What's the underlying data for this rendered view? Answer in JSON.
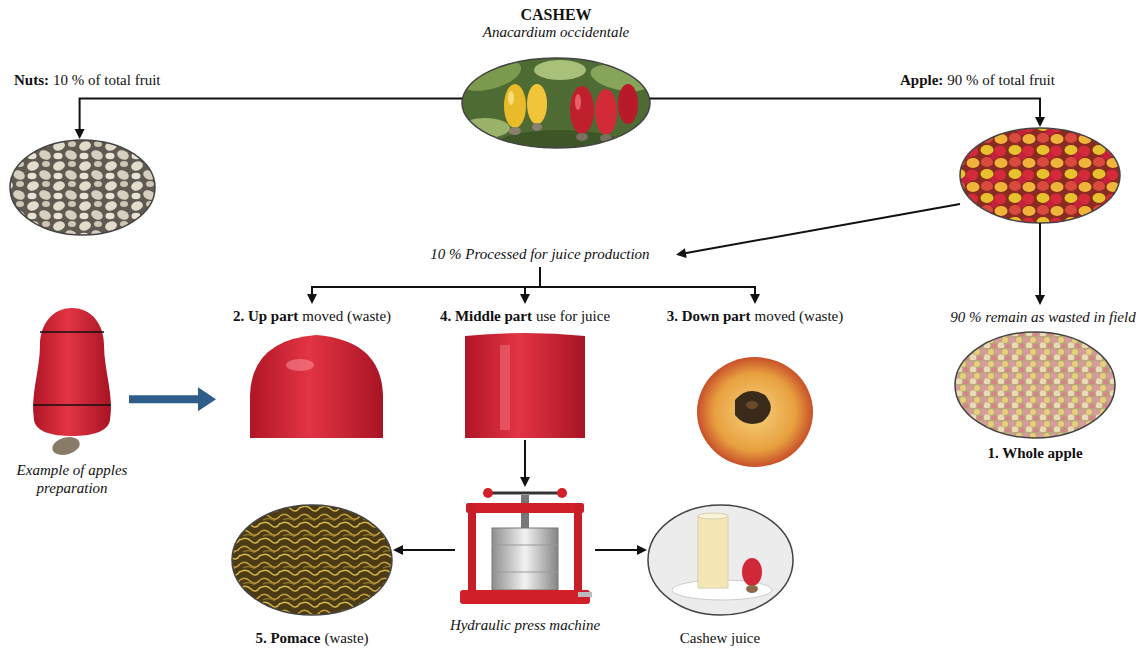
{
  "diagram": {
    "nodes": [
      {
        "text": [
          "CASHEW",
          "Anacardium occidentale"
        ]
      },
      {
        "text": [
          "Nuts:",
          "10 % of total fruit"
        ]
      },
      {
        "text": [
          "Apple:",
          "90 % of total fruit"
        ]
      },
      {
        "text": [
          "10 % Processed for juice production"
        ]
      },
      {
        "text": [
          "2. Up part",
          "moved (waste)"
        ]
      },
      {
        "text": [
          "4. Middle part",
          "use for juice"
        ]
      },
      {
        "text": [
          "3. Down part",
          "moved (waste)"
        ]
      },
      {
        "text": [
          "90 % remain as wasted in field",
          "1. Whole apple"
        ]
      },
      {
        "text": [
          "Hydraulic press machine"
        ]
      },
      {
        "text": [
          "5. Pomace",
          "(waste)"
        ]
      },
      {
        "text": [
          "Cashew juice"
        ]
      },
      {
        "text": [
          "Example of apples preparation"
        ]
      }
    ],
    "edges": [
      {
        "from": 0,
        "to": 1,
        "arrow": "to"
      },
      {
        "from": 0,
        "to": 2,
        "arrow": "to"
      },
      {
        "from": 2,
        "to": 3,
        "arrow": "to"
      },
      {
        "from": 2,
        "to": 7,
        "arrow": "to"
      },
      {
        "from": 3,
        "to": 4,
        "arrow": "to"
      },
      {
        "from": 3,
        "to": 5,
        "arrow": "to"
      },
      {
        "from": 3,
        "to": 6,
        "arrow": "to"
      },
      {
        "from": 11,
        "to": 4,
        "arrow": "to"
      },
      {
        "from": 5,
        "to": 8,
        "arrow": "to"
      },
      {
        "from": 8,
        "to": 9,
        "arrow": "to"
      },
      {
        "from": 8,
        "to": 10,
        "arrow": "to"
      }
    ]
  }
}
